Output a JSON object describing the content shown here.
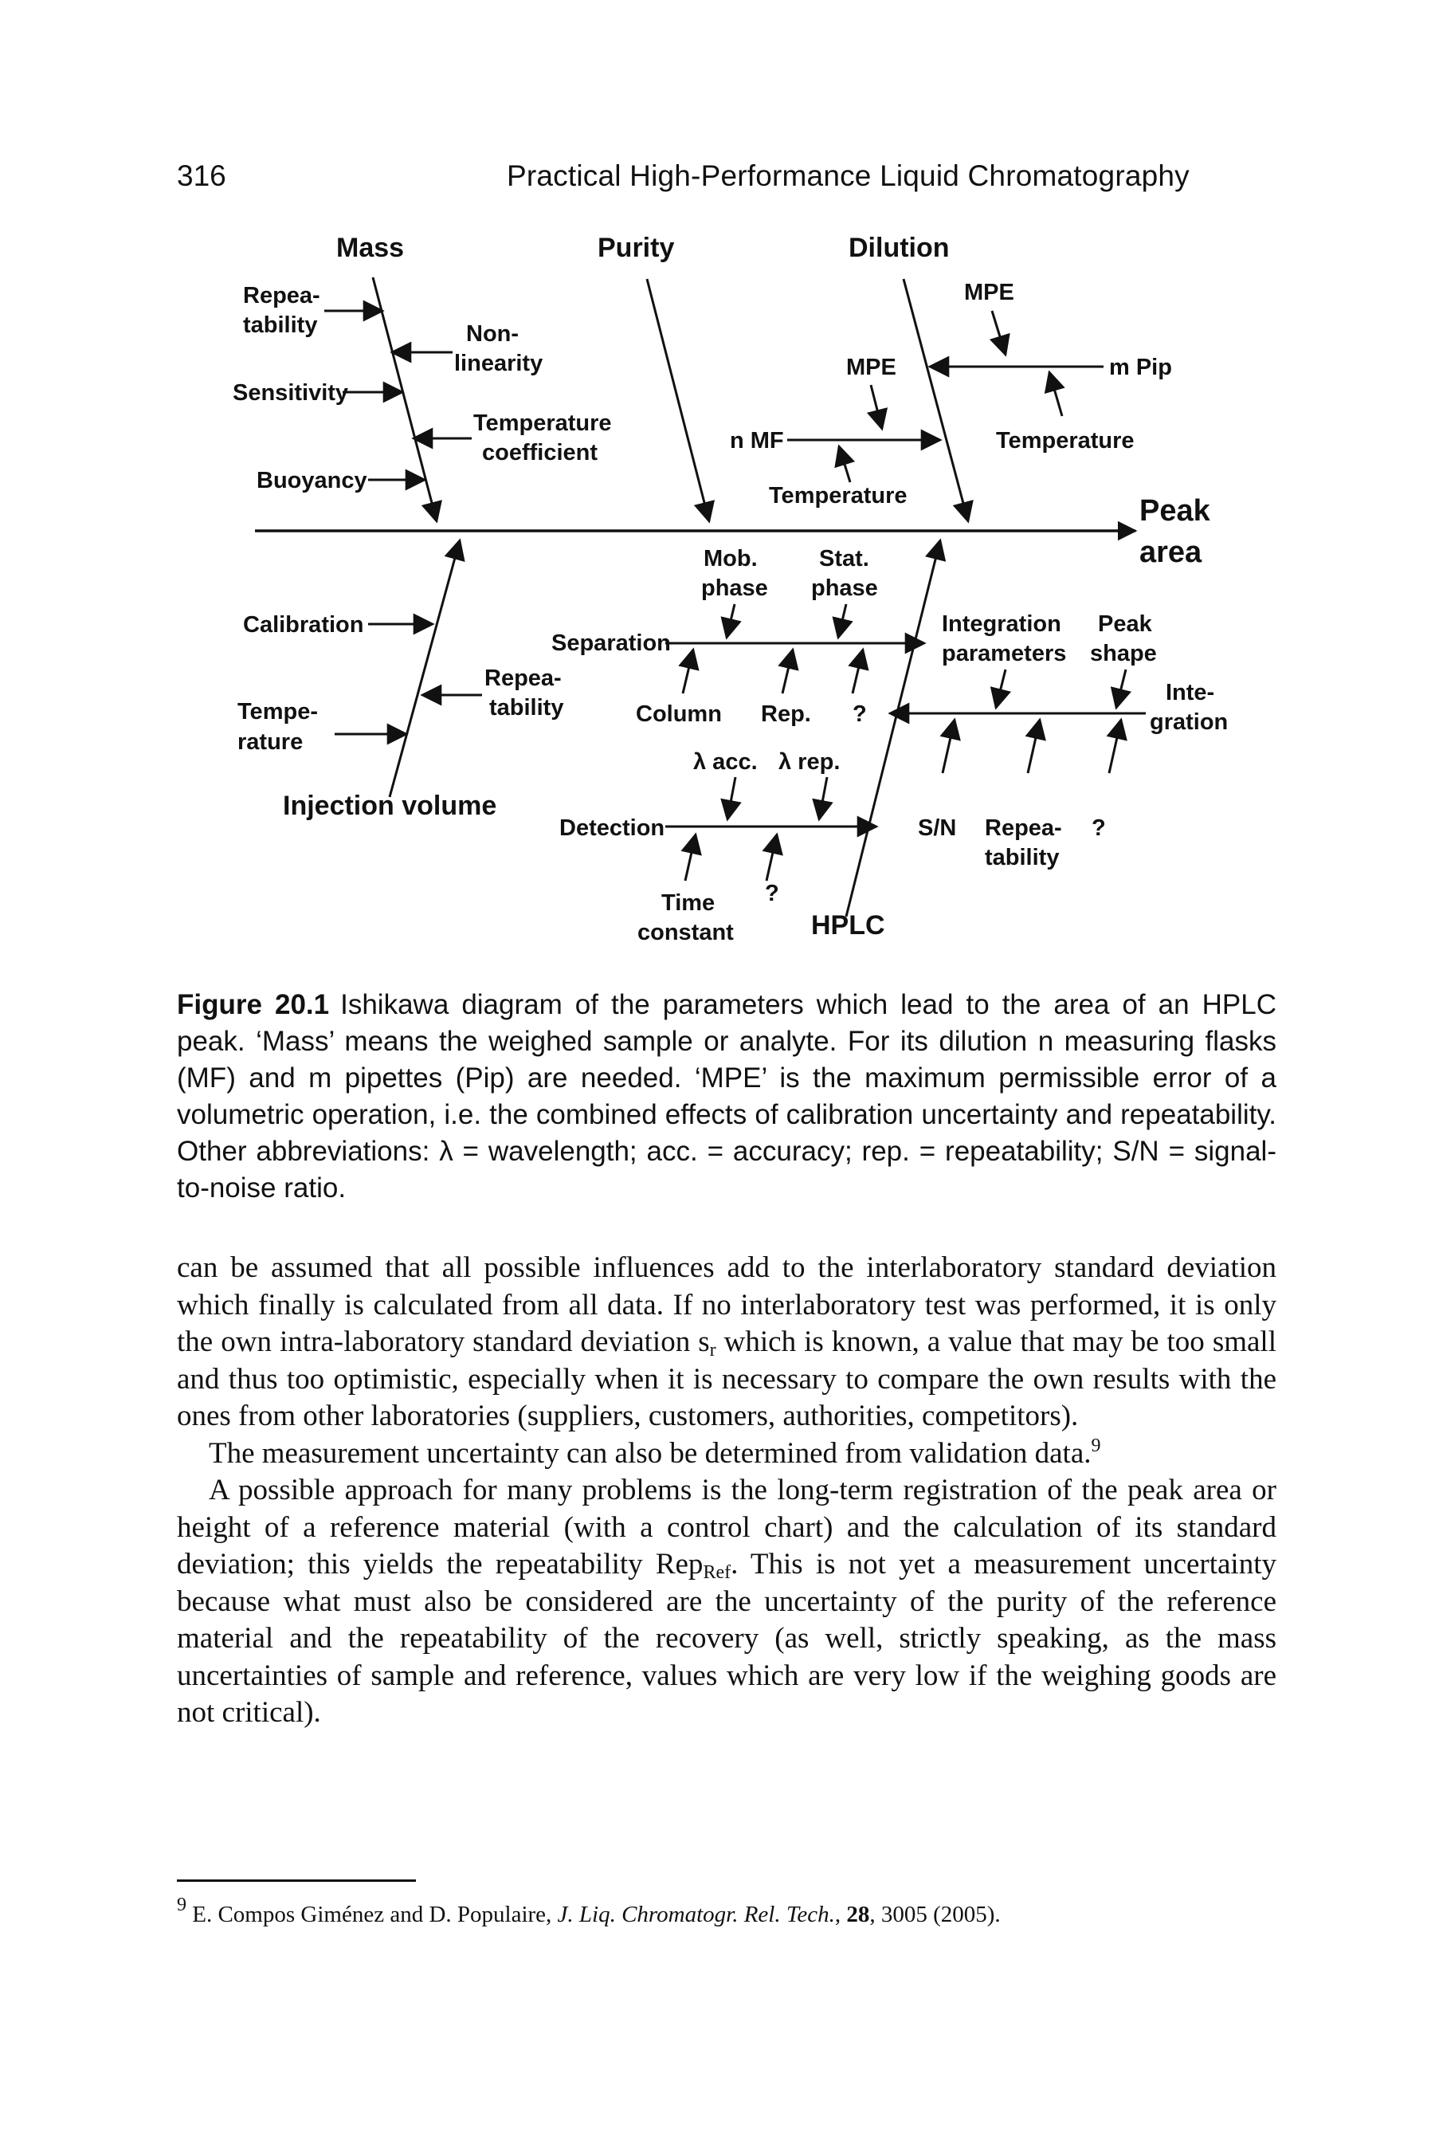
{
  "header": {
    "page_number": "316",
    "running_title": "Practical High-Performance Liquid Chromatography"
  },
  "diagram": {
    "effect_line1": "Peak",
    "effect_line2": "area",
    "bones": {
      "mass": "Mass",
      "purity": "Purity",
      "dilution": "Dilution",
      "injection_volume": "Injection volume",
      "hplc": "HPLC"
    },
    "mass_causes": {
      "repeatability_1": "Repea-",
      "repeatability_2": "tability",
      "nonlinearity_1": "Non-",
      "nonlinearity_2": "linearity",
      "sensitivity": "Sensitivity",
      "temp_coef_1": "Temperature",
      "temp_coef_2": "coefficient",
      "buoyancy": "Buoyancy"
    },
    "dilution_causes": {
      "mpe_top": "MPE",
      "mpe_mid": "MPE",
      "m_pip": "m Pip",
      "temperature_right": "Temperature",
      "n_mf": "n MF",
      "temperature_mid": "Temperature"
    },
    "injection_causes": {
      "calibration": "Calibration",
      "temperature_1": "Tempe-",
      "temperature_2": "rature",
      "repeatability_1": "Repea-",
      "repeatability_2": "tability"
    },
    "hplc_causes": {
      "mob_phase_1": "Mob.",
      "mob_phase_2": "phase",
      "stat_phase_1": "Stat.",
      "stat_phase_2": "phase",
      "separation": "Separation",
      "column": "Column",
      "rep": "Rep.",
      "question_1": "?",
      "lambda_acc": "λ acc.",
      "lambda_rep": "λ rep.",
      "detection": "Detection",
      "time_constant_1": "Time",
      "time_constant_2": "constant",
      "question_2": "?",
      "integration_params_1": "Integration",
      "integration_params_2": "parameters",
      "peak_shape_1": "Peak",
      "peak_shape_2": "shape",
      "integration_1": "Inte-",
      "integration_2": "gration",
      "sn": "S/N",
      "repeatability_1": "Repea-",
      "repeatability_2": "tability",
      "question_3": "?"
    }
  },
  "caption": {
    "label": "Figure 20.1",
    "text": "Ishikawa diagram of the parameters which lead to the area of an HPLC peak. ‘Mass’ means the weighed sample or analyte. For its dilution n measuring flasks (MF) and m pipettes (Pip) are needed. ‘MPE’ is the maximum permissible error of a volumetric operation, i.e. the combined effects of calibration uncertainty and repeatability. Other abbreviations: λ = wavelength; acc. = accuracy; rep. = repeatability; S/N = signal-to-noise ratio."
  },
  "body": {
    "p1": "can be assumed that all possible influences add to the interlaboratory standard deviation which finally is calculated from all data. If no interlaboratory test was performed, it is only the own intra-laboratory standard deviation s",
    "p1_sub": "r",
    "p1_end": " which is known, a value that may be too small and thus too optimistic, especially when it is necessary to compare the own results with the ones from other laboratories (suppliers, customers, authorities, competitors).",
    "p2": "The measurement uncertainty can also be determined from validation data.",
    "p2_sup": "9",
    "p3": "A possible approach for many problems is the long-term registration of the peak area or height of a reference material (with a control chart) and the calculation of its standard deviation; this yields the repeatability Rep",
    "p3_sub": "Ref",
    "p3_end": ". This is not yet a measurement uncertainty because what must also be considered are the uncertainty of the purity of the reference material and the repeatability of the recovery (as well, strictly speaking, as the mass uncertainties of sample and reference, values which are very low if the weighing goods are not critical)."
  },
  "footnote": {
    "marker": "9",
    "authors": " E. Compos Giménez and D. Populaire, ",
    "journal": "J. Liq. Chromatogr. Rel. Tech.",
    "sep": ", ",
    "volume": "28",
    "rest": ", 3005 (2005)."
  }
}
